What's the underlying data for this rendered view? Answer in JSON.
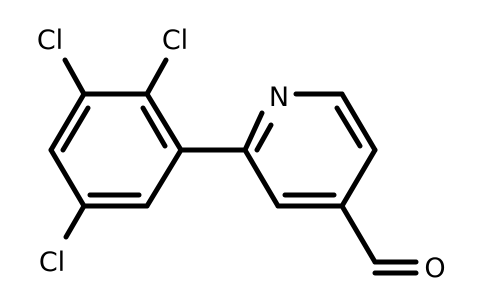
{
  "molecule": {
    "atoms": {
      "cl_top_left": "Cl",
      "cl_top_right": "Cl",
      "cl_bottom": "Cl",
      "nitrogen": "N",
      "oxygen": "O"
    },
    "colors": {
      "bond": "#000000",
      "carbon_label": "#000000",
      "chlorine": "#000000",
      "nitrogen": "#000000",
      "oxygen": "#000000"
    }
  }
}
